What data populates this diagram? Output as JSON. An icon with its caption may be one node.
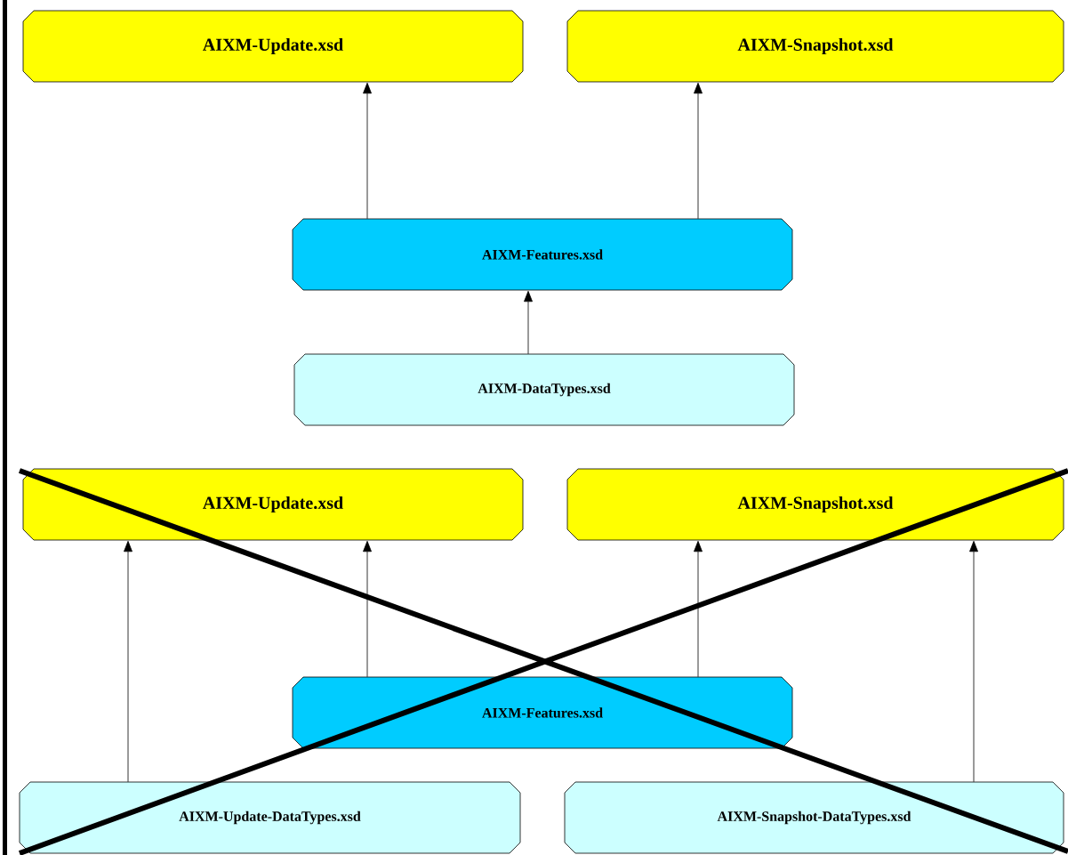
{
  "diagram": {
    "nodes": [
      {
        "text": [
          "AIXM-Update.xsd"
        ]
      },
      {
        "text": [
          "AIXM-Snapshot.xsd"
        ]
      },
      {
        "text": [
          "AIXM-Features.xsd"
        ]
      },
      {
        "text": [
          "AIXM-DataTypes.xsd"
        ]
      },
      {
        "text": [
          "AIXM-Update.xsd"
        ]
      },
      {
        "text": [
          "AIXM-Snapshot.xsd"
        ]
      },
      {
        "text": [
          "AIXM-Features.xsd"
        ]
      },
      {
        "text": [
          "AIXM-Update-DataTypes.xsd"
        ]
      },
      {
        "text": [
          "AIXM-Snapshot-DataTypes.xsd"
        ]
      }
    ],
    "edges": [
      {
        "from": 2,
        "to": 0,
        "arrow": "to"
      },
      {
        "from": 2,
        "to": 1,
        "arrow": "to"
      },
      {
        "from": 3,
        "to": 2,
        "arrow": "to"
      },
      {
        "from": 7,
        "to": 4,
        "arrow": "to"
      },
      {
        "from": 6,
        "to": 4,
        "arrow": "to"
      },
      {
        "from": 6,
        "to": 5,
        "arrow": "to"
      },
      {
        "from": 8,
        "to": 5,
        "arrow": "to"
      }
    ]
  }
}
